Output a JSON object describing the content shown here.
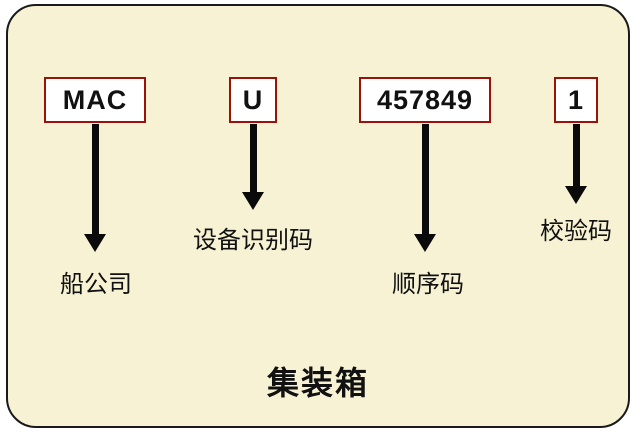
{
  "diagram": {
    "title": "集装箱",
    "background_color": "#f6f2d3",
    "box_border_color": "#9b1208",
    "parts": [
      {
        "code": "MAC",
        "label": "船公司"
      },
      {
        "code": "U",
        "label": "设备识别码"
      },
      {
        "code": "457849",
        "label": "顺序码"
      },
      {
        "code": "1",
        "label": "校验码"
      }
    ]
  }
}
